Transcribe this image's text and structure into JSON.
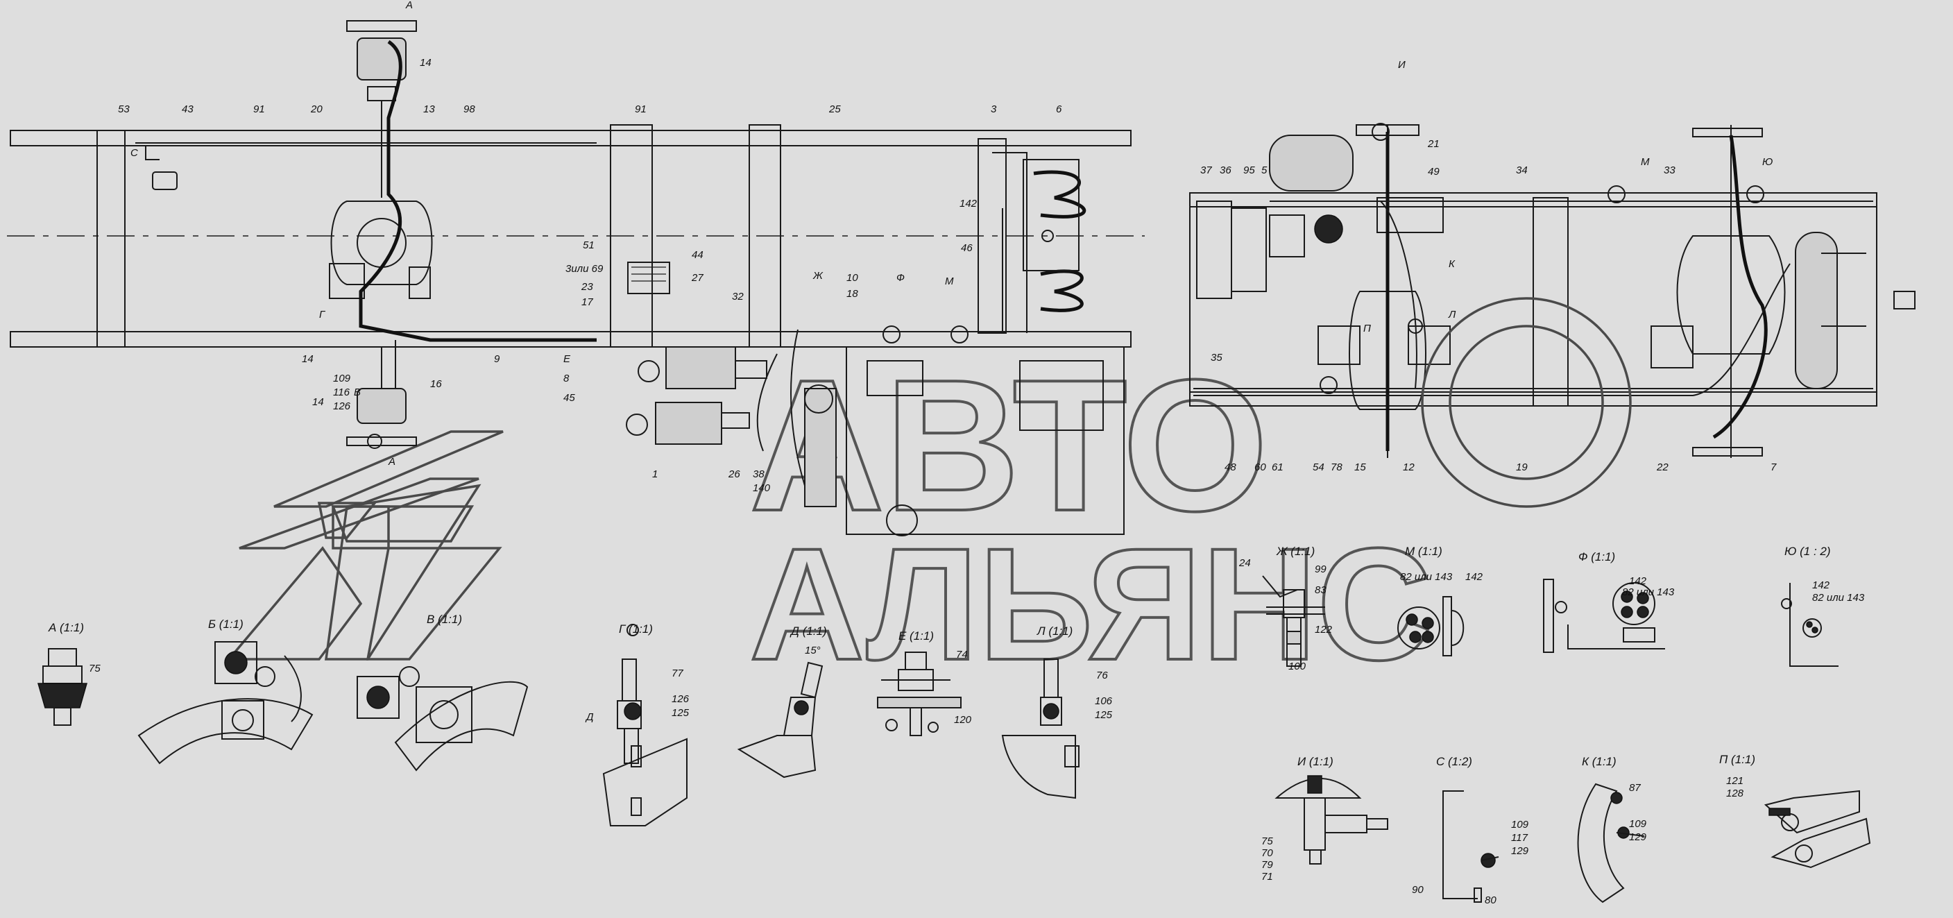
{
  "watermark": {
    "line1": "АВТО",
    "line2": "АЛЬЯНС"
  },
  "plan_labels": [
    {
      "id": "A-top",
      "t": "А"
    },
    {
      "id": "14a",
      "t": "14"
    },
    {
      "id": "53",
      "t": "53"
    },
    {
      "id": "43",
      "t": "43"
    },
    {
      "id": "91a",
      "t": "91"
    },
    {
      "id": "20",
      "t": "20"
    },
    {
      "id": "13",
      "t": "13"
    },
    {
      "id": "98",
      "t": "98"
    },
    {
      "id": "91b",
      "t": "91"
    },
    {
      "id": "25",
      "t": "25"
    },
    {
      "id": "3",
      "t": "3"
    },
    {
      "id": "6",
      "t": "6"
    },
    {
      "id": "C",
      "t": "С"
    },
    {
      "id": "142a",
      "t": "142"
    },
    {
      "id": "46",
      "t": "46"
    },
    {
      "id": "51",
      "t": "51"
    },
    {
      "id": "44",
      "t": "44"
    },
    {
      "id": "3or69",
      "t": "3или 69"
    },
    {
      "id": "27",
      "t": "27"
    },
    {
      "id": "23",
      "t": "23"
    },
    {
      "id": "17",
      "t": "17"
    },
    {
      "id": "32",
      "t": "32"
    },
    {
      "id": "Zh",
      "t": "Ж"
    },
    {
      "id": "10",
      "t": "10"
    },
    {
      "id": "18",
      "t": "18"
    },
    {
      "id": "F",
      "t": "Ф"
    },
    {
      "id": "M",
      "t": "М"
    },
    {
      "id": "G",
      "t": "Г"
    },
    {
      "id": "14b",
      "t": "14"
    },
    {
      "id": "9",
      "t": "9"
    },
    {
      "id": "E",
      "t": "Е"
    },
    {
      "id": "8",
      "t": "8"
    },
    {
      "id": "109",
      "t": "109"
    },
    {
      "id": "116",
      "t": "116"
    },
    {
      "id": "126",
      "t": "126"
    },
    {
      "id": "16",
      "t": "16"
    },
    {
      "id": "45",
      "t": "45"
    },
    {
      "id": "14c",
      "t": "14"
    },
    {
      "id": "B",
      "t": "В"
    },
    {
      "id": "A-bot",
      "t": "А"
    },
    {
      "id": "1",
      "t": "1"
    },
    {
      "id": "26",
      "t": "26"
    },
    {
      "id": "38",
      "t": "38"
    },
    {
      "id": "140",
      "t": "140"
    },
    {
      "id": "I-top",
      "t": "И"
    },
    {
      "id": "37",
      "t": "37"
    },
    {
      "id": "36",
      "t": "36"
    },
    {
      "id": "95",
      "t": "95"
    },
    {
      "id": "5",
      "t": "5"
    },
    {
      "id": "21",
      "t": "21"
    },
    {
      "id": "49",
      "t": "49"
    },
    {
      "id": "34",
      "t": "34"
    },
    {
      "id": "M2",
      "t": "М"
    },
    {
      "id": "33",
      "t": "33"
    },
    {
      "id": "Yu",
      "t": "Ю"
    },
    {
      "id": "K",
      "t": "К"
    },
    {
      "id": "L",
      "t": "Л"
    },
    {
      "id": "P",
      "t": "П"
    },
    {
      "id": "35",
      "t": "35"
    },
    {
      "id": "48",
      "t": "48"
    },
    {
      "id": "60",
      "t": "60"
    },
    {
      "id": "61",
      "t": "61"
    },
    {
      "id": "54",
      "t": "54"
    },
    {
      "id": "78",
      "t": "78"
    },
    {
      "id": "15",
      "t": "15"
    },
    {
      "id": "12",
      "t": "12"
    },
    {
      "id": "19",
      "t": "19"
    },
    {
      "id": "22",
      "t": "22"
    },
    {
      "id": "7",
      "t": "7"
    }
  ],
  "details": [
    {
      "id": "A",
      "title": "А (1:1)",
      "labels": [
        "75"
      ]
    },
    {
      "id": "B1",
      "title": "Б (1:1)",
      "labels": []
    },
    {
      "id": "V",
      "title": "В (1:1)",
      "labels": []
    },
    {
      "id": "G",
      "title": "Г (1:1)",
      "labels": [
        "77",
        "126",
        "125",
        "Д"
      ]
    },
    {
      "id": "D",
      "title": "Д (1:1)",
      "labels": [
        "15°"
      ]
    },
    {
      "id": "E",
      "title": "Е (1:1)",
      "labels": [
        "74",
        "120"
      ]
    },
    {
      "id": "L",
      "title": "Л (1:1)",
      "labels": [
        "76",
        "106",
        "125"
      ]
    },
    {
      "id": "Zh",
      "title": "Ж (1:1)",
      "labels": [
        "24",
        "99",
        "83",
        "122",
        "100"
      ]
    },
    {
      "id": "M",
      "title": "М (1:1)",
      "labels": [
        "82 или 143",
        "142"
      ]
    },
    {
      "id": "F",
      "title": "Ф (1:1)",
      "labels": [
        "142",
        "82 или 143"
      ]
    },
    {
      "id": "Yu",
      "title": "Ю (1 : 2)",
      "labels": [
        "142",
        "82 или 143"
      ]
    },
    {
      "id": "I",
      "title": "И (1:1)",
      "labels": [
        "75",
        "70",
        "79",
        "71"
      ]
    },
    {
      "id": "S",
      "title": "С (1:2)",
      "labels": [
        "109",
        "117",
        "129",
        "90",
        "80"
      ]
    },
    {
      "id": "K",
      "title": "К (1:1)",
      "labels": [
        "87",
        "109",
        "129"
      ]
    },
    {
      "id": "P",
      "title": "П (1:1)",
      "labels": [
        "121",
        "128"
      ]
    }
  ]
}
